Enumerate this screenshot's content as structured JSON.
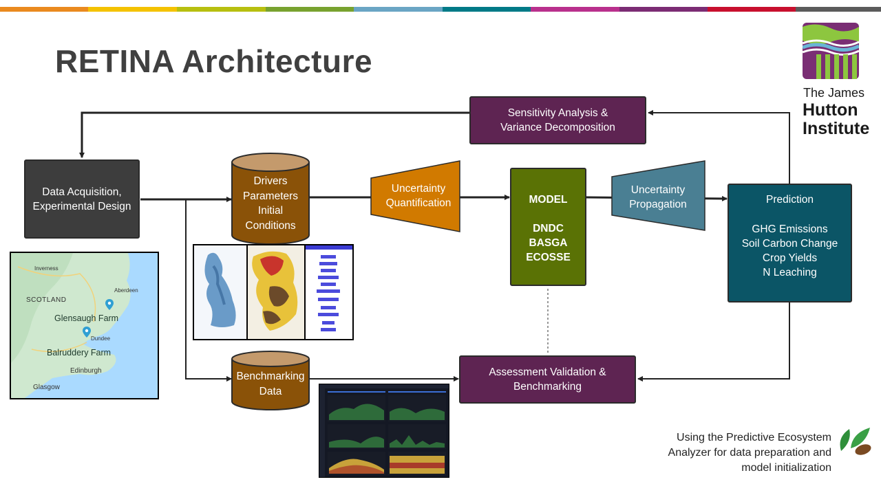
{
  "title": "RETINA Architecture",
  "stripes": [
    "#ea8a1f",
    "#f4c200",
    "#b7bf10",
    "#78a22f",
    "#6aa5c4",
    "#007a87",
    "#b9308d",
    "#7b2c74",
    "#c8102e",
    "#5b5b5b"
  ],
  "logo": {
    "line1": "The James",
    "line2": "Hutton",
    "line3": "Institute"
  },
  "boxes": {
    "sensitivity": {
      "line1": "Sensitivity Analysis &",
      "line2": "Variance Decomposition"
    },
    "data_acq": {
      "line1": "Data Acquisition,",
      "line2": "Experimental Design"
    },
    "drivers": {
      "line1": "Drivers",
      "line2": "Parameters",
      "line3": "Initial",
      "line4": "Conditions"
    },
    "uq": {
      "line1": "Uncertainty",
      "line2": "Quantification"
    },
    "model": {
      "line1": "MODEL",
      "line2": "DNDC",
      "line3": "BASGA",
      "line4": "ECOSSE"
    },
    "up": {
      "line1": "Uncertainty",
      "line2": "Propagation"
    },
    "prediction": {
      "title": "Prediction",
      "item1": "GHG Emissions",
      "item2": "Soil Carbon Change",
      "item3": "Crop Yields",
      "item4": "N Leaching"
    },
    "benchmarking": {
      "line1": "Benchmarking",
      "line2": "Data"
    },
    "assessment": {
      "line1": "Assessment Validation &",
      "line2": "Benchmarking"
    }
  },
  "map": {
    "inverness": "Inverness",
    "aberdeen": "Aberdeen",
    "scotland": "SCOTLAND",
    "glensaugh": "Glensaugh Farm",
    "dundee": "Dundee",
    "balruddery": "Balruddery Farm",
    "edinburgh": "Edinburgh",
    "glasgow": "Glasgow"
  },
  "footer": {
    "line1": "Using the Predictive Ecosystem",
    "line2": "Analyzer for data preparation and",
    "line3": "model initialization"
  },
  "colors": {
    "purple": "#5e2452",
    "dark": "#3d3d3d",
    "model_green": "#5a7205",
    "teal": "#0b5566",
    "orange": "#d17a00",
    "cylinder": "#8a5208",
    "blue_trap": "#4a7f93"
  }
}
